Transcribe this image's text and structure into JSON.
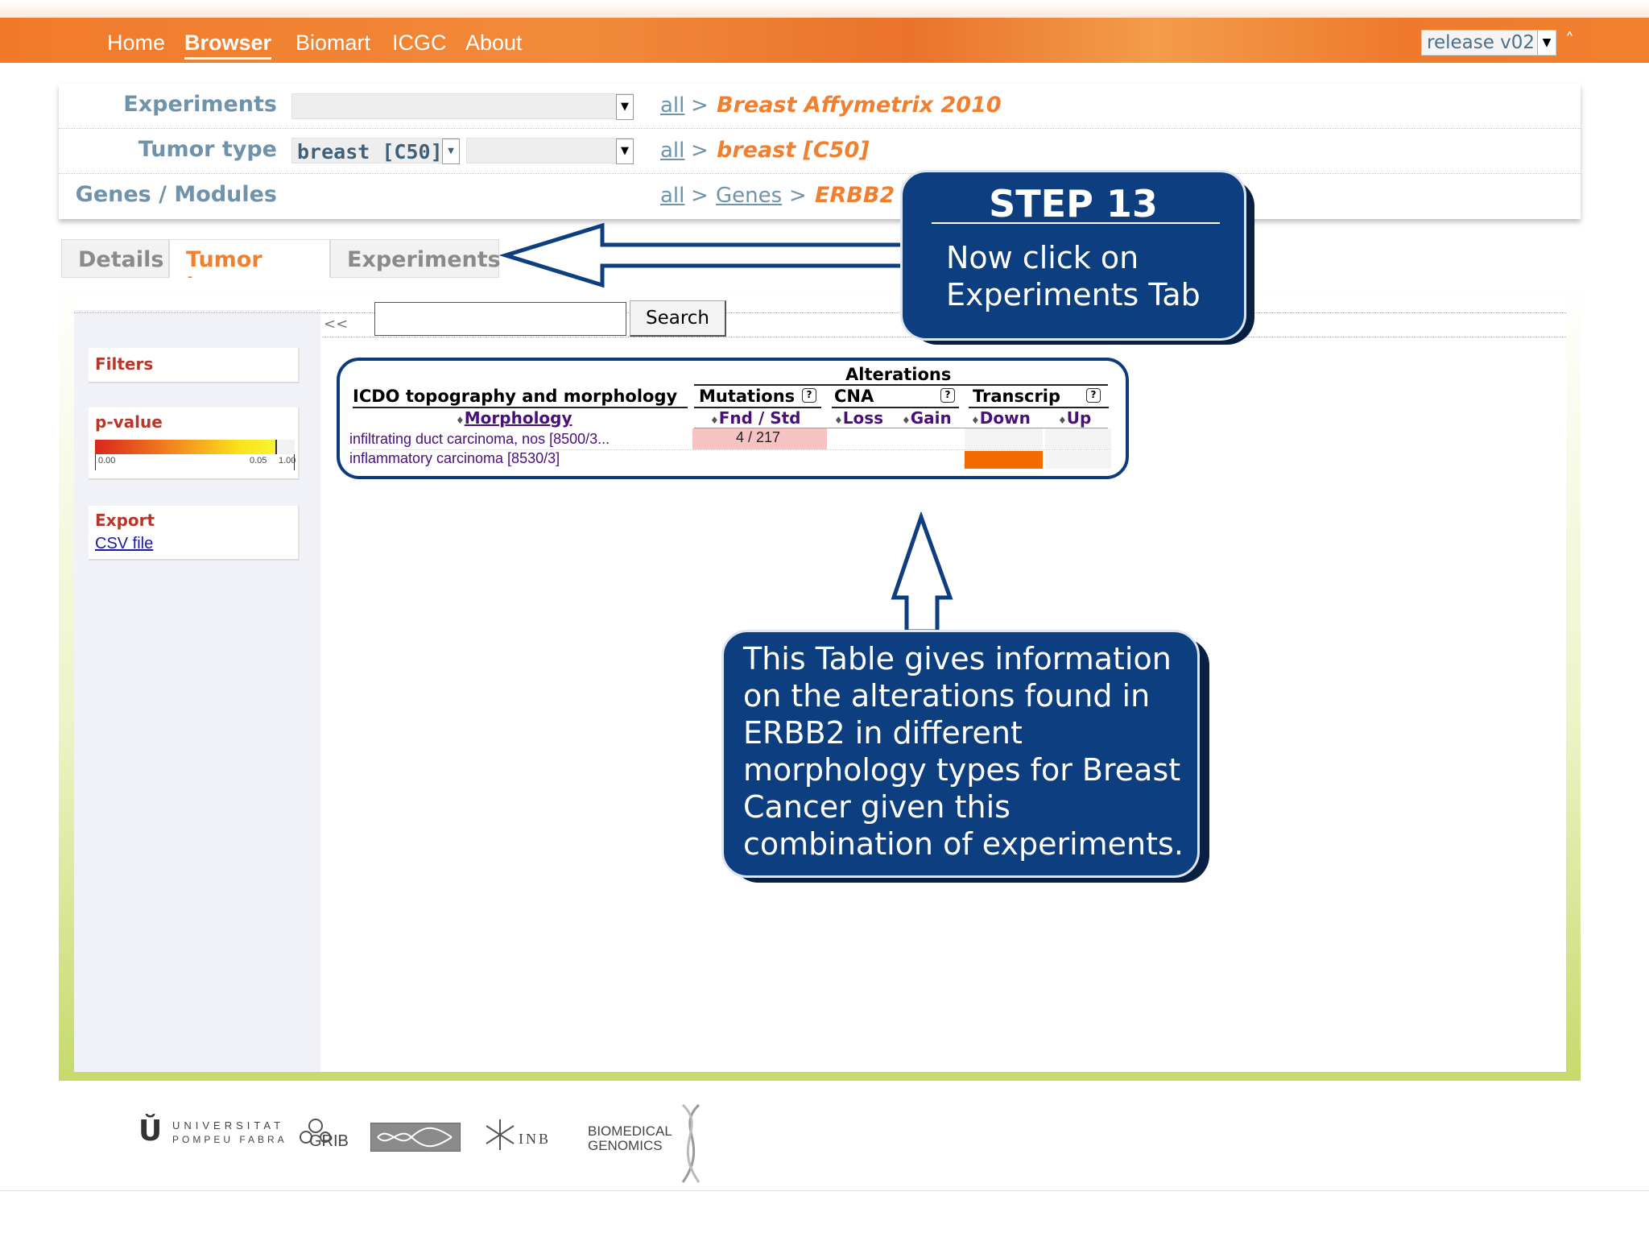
{
  "nav": {
    "items": [
      "Home",
      "Browser",
      "Biomart",
      "ICGC",
      "About"
    ],
    "active": "Browser",
    "release": "release v02"
  },
  "filters": {
    "experiments_label": "Experiments",
    "tumor_type_label": "Tumor type",
    "tumor_type_value": "breast [C50]",
    "genes_label": "Genes / Modules",
    "crumbs_experiments": {
      "all": "all",
      "sep": ">",
      "current": "Breast Affymetrix 2010"
    },
    "crumbs_tumor": {
      "all": "all",
      "sep": ">",
      "current": "breast [C50]"
    },
    "crumbs_genes": {
      "all": "all",
      "sep": ">",
      "mid": "Genes",
      "current": "ERBB2"
    }
  },
  "tabs": {
    "details": "Details",
    "tumor_type": "Tumor type",
    "experiments": "Experiments",
    "active": "Tumor type"
  },
  "toolbar": {
    "collapse": "<<",
    "search_button": "Search",
    "search_value": ""
  },
  "sidebar": {
    "filters_title": "Filters",
    "pvalue_title": "p-value",
    "pvalue_ticks": [
      "0.00",
      "0.05",
      "1.00"
    ],
    "export_title": "Export",
    "csv_link": "CSV file"
  },
  "table": {
    "group_header": "Alterations",
    "col_icdo": "ICDO topography and morphology",
    "col_mutations": "Mutations",
    "col_cna": "CNA",
    "col_transcrip": "Transcrip",
    "sub_morphology": "Morphology",
    "sub_fnd_std": "Fnd / Std",
    "sub_loss": "Loss",
    "sub_gain": "Gain",
    "sub_down": "Down",
    "sub_up": "Up",
    "sort_marker": "♦",
    "help_marker": "?",
    "rows": [
      {
        "name": "infiltrating duct carcinoma, nos [8500/3...",
        "mutations": "4 / 217"
      },
      {
        "name": "inflammatory carcinoma [8530/3]",
        "mutations": ""
      }
    ]
  },
  "callouts": {
    "step_title": "STEP 13",
    "step_line1": "Now click on",
    "step_line2": "Experiments Tab",
    "info_lines": [
      "This Table gives information",
      "on the alterations found in",
      "ERBB2 in different",
      "morphology types for Breast",
      "Cancer given this",
      "combination of experiments."
    ]
  },
  "footer": {
    "upf_line1": "UNIVERSITAT",
    "upf_line2": "POMPEU FABRA",
    "grib": "GRIB",
    "inb": "INB",
    "bg_line1": "BIOMEDICAL",
    "bg_line2": "GENOMICS"
  },
  "colors": {
    "accent_orange": "#f08030",
    "label_blue": "#6e93aa",
    "callout_navy": "#0d3f80",
    "heat_red": "#f6c2c2",
    "heat_orange": "#f26a00"
  }
}
